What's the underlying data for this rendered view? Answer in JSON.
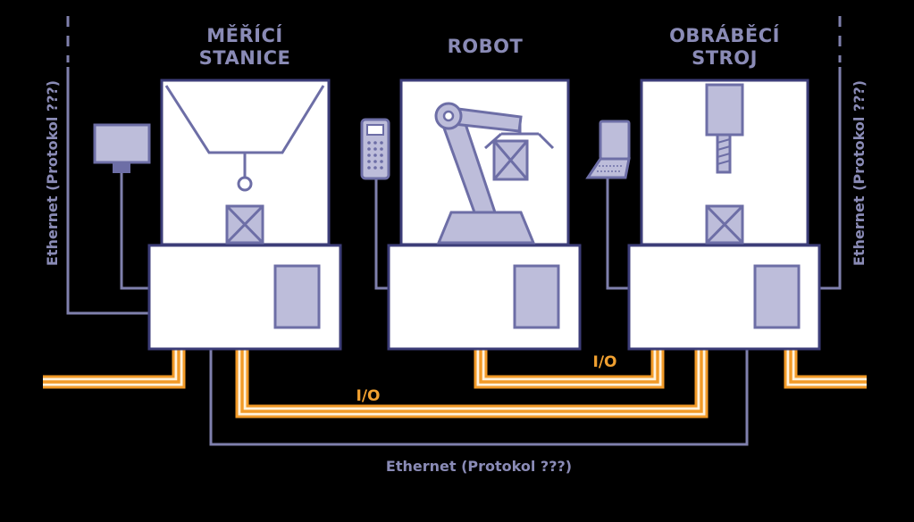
{
  "stations": [
    {
      "title_line1": "MĚŘÍCÍ",
      "title_line2": "STANICE",
      "device_icon": "terminal-monitor-icon"
    },
    {
      "title_line1": "ROBOT",
      "title_line2": "",
      "device_icon": "teach-pendant-icon"
    },
    {
      "title_line1": "OBRÁBĚCÍ",
      "title_line2": "STROJ",
      "device_icon": "laptop-icon"
    }
  ],
  "connections": {
    "ethernet_left": "Ethernet (Protokol ???)",
    "ethernet_right": "Ethernet (Protokol ???)",
    "ethernet_bottom": "Ethernet (Protokol ???)",
    "io_lower": "I/O",
    "io_upper": "I/O"
  },
  "colors": {
    "background": "#000000",
    "label_text": "#8a8bb6",
    "io_cable": "#f29a27",
    "io_label": "#f0a030",
    "component_fill": "#bdbdda",
    "component_stroke": "#6d6ea6",
    "cabinet_fill": "#ffffff"
  }
}
